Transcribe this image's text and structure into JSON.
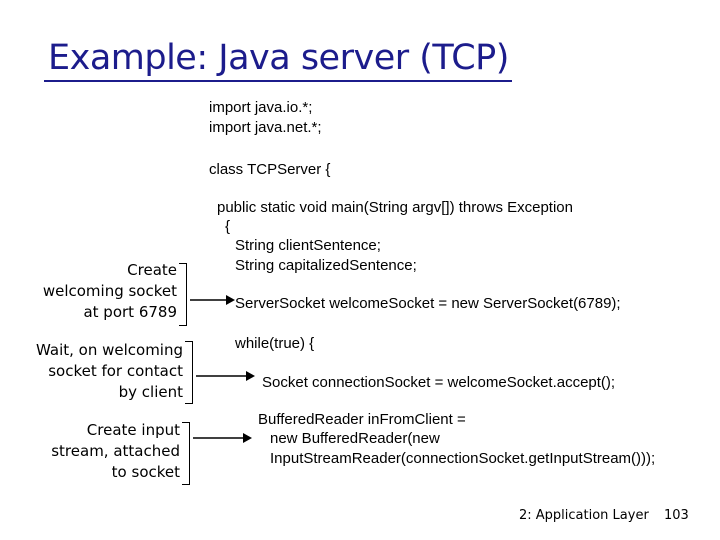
{
  "slide": {
    "title": "Example: Java server (TCP)",
    "code": {
      "line1": "import java.io.*;",
      "line2": "import java.net.*;",
      "line3": "class TCPServer {",
      "line4": "public static void main(String argv[]) throws Exception",
      "line5": "{",
      "line6": "String clientSentence;",
      "line7": "String capitalizedSentence;",
      "line8": "ServerSocket welcomeSocket = new ServerSocket(6789);",
      "line9": "while(true) {",
      "line10": "Socket connectionSocket = welcomeSocket.accept();",
      "line11": "BufferedReader inFromClient =",
      "line12": "new BufferedReader(new",
      "line13": "InputStreamReader(connectionSocket.getInputStream()));"
    },
    "annotations": {
      "a1": "Create\nwelcoming socket\nat port 6789",
      "a2": "Wait, on welcoming\nsocket for contact\nby client",
      "a3": "Create input\nstream, attached\nto socket"
    },
    "footer": {
      "label": "2: Application Layer",
      "page": "103"
    },
    "colors": {
      "title": "#1c1c8c",
      "text": "#000000",
      "background": "#ffffff"
    }
  }
}
